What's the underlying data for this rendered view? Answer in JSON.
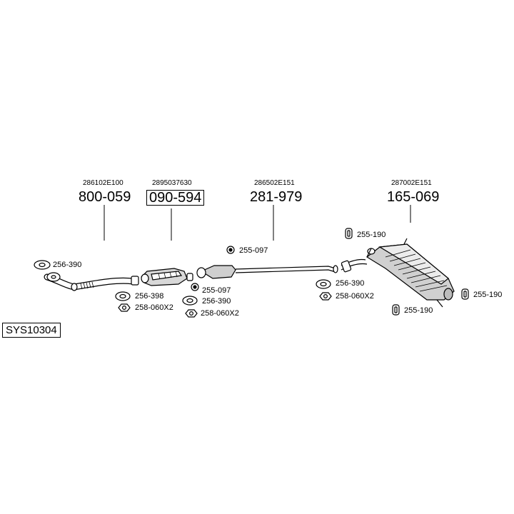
{
  "system": "SYS10304",
  "assemblies": [
    {
      "oem": "286102E100",
      "part": "800-059"
    },
    {
      "oem": "2895037630",
      "part": "090-594"
    },
    {
      "oem": "286502E151",
      "part": "281-979"
    },
    {
      "oem": "287002E151",
      "part": "165-069"
    }
  ],
  "fittings": {
    "g1": "256-390",
    "g2": "256-398",
    "n1": "258-060X2",
    "r1": "255-097",
    "g3": "256-390",
    "n2": "258-060X2",
    "r2": "255-097",
    "g4": "256-390",
    "n3": "258-060X2",
    "h1": "255-190",
    "h2": "255-190",
    "h3": "255-190"
  }
}
